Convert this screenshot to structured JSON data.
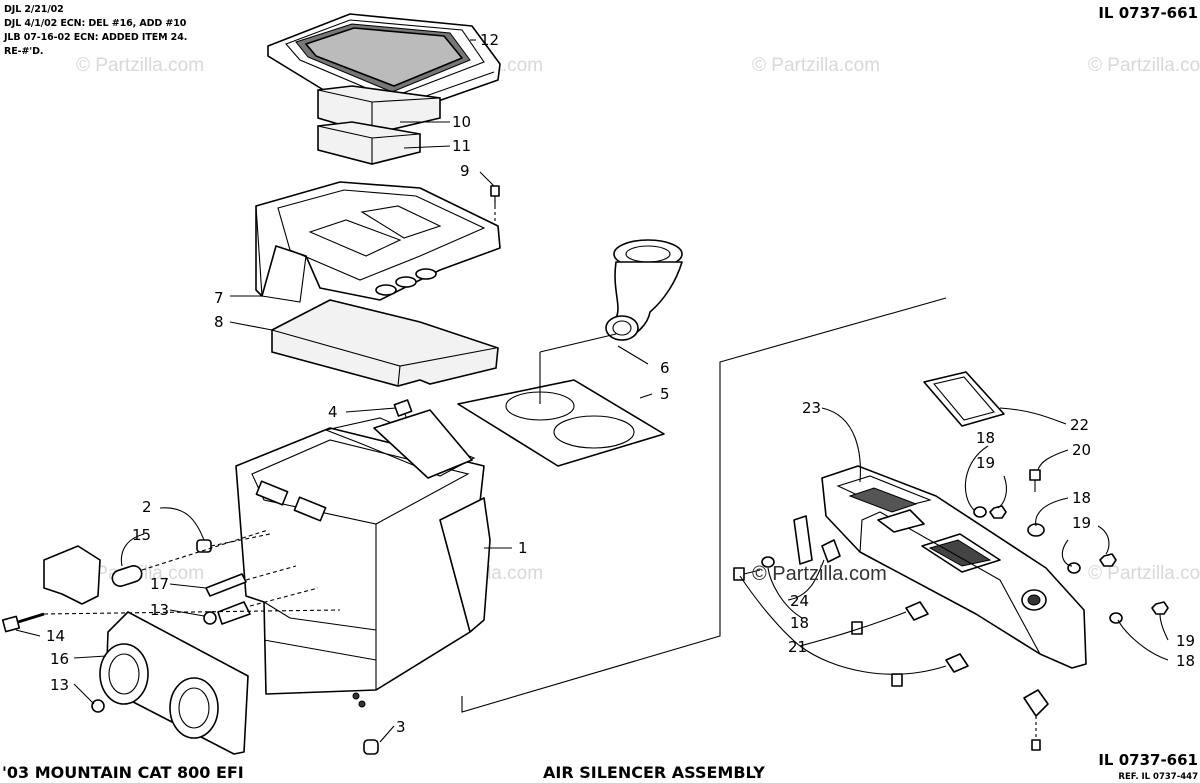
{
  "revision_notes": [
    "DJL 2/21/02",
    "DJL 4/1/02 ECN: DEL #16, ADD #10",
    "JLB 07-16-02 ECN: ADDED ITEM 24.",
    "RE-#'D."
  ],
  "illustration_id_top": "IL 0737-661",
  "illustration_id_bottom": "IL 0737-661",
  "reference_id": "REF. IL 0737-447",
  "model_caption": "'03 MOUNTAIN CAT 800 EFI",
  "assembly_caption": "AIR SILENCER ASSEMBLY",
  "watermark_text": "© Partzilla.com",
  "watermark_center_text": "© Partzilla.com",
  "callouts": [
    {
      "label": "12"
    },
    {
      "label": "10"
    },
    {
      "label": "11"
    },
    {
      "label": "9"
    },
    {
      "label": "7"
    },
    {
      "label": "8"
    },
    {
      "label": "6"
    },
    {
      "label": "5"
    },
    {
      "label": "4"
    },
    {
      "label": "2"
    },
    {
      "label": "15"
    },
    {
      "label": "1"
    },
    {
      "label": "17"
    },
    {
      "label": "13"
    },
    {
      "label": "14"
    },
    {
      "label": "16"
    },
    {
      "label": "13"
    },
    {
      "label": "3"
    },
    {
      "label": "23"
    },
    {
      "label": "22"
    },
    {
      "label": "18"
    },
    {
      "label": "20"
    },
    {
      "label": "19"
    },
    {
      "label": "18"
    },
    {
      "label": "19"
    },
    {
      "label": "24"
    },
    {
      "label": "18"
    },
    {
      "label": "21"
    },
    {
      "label": "19"
    },
    {
      "label": "18"
    }
  ]
}
